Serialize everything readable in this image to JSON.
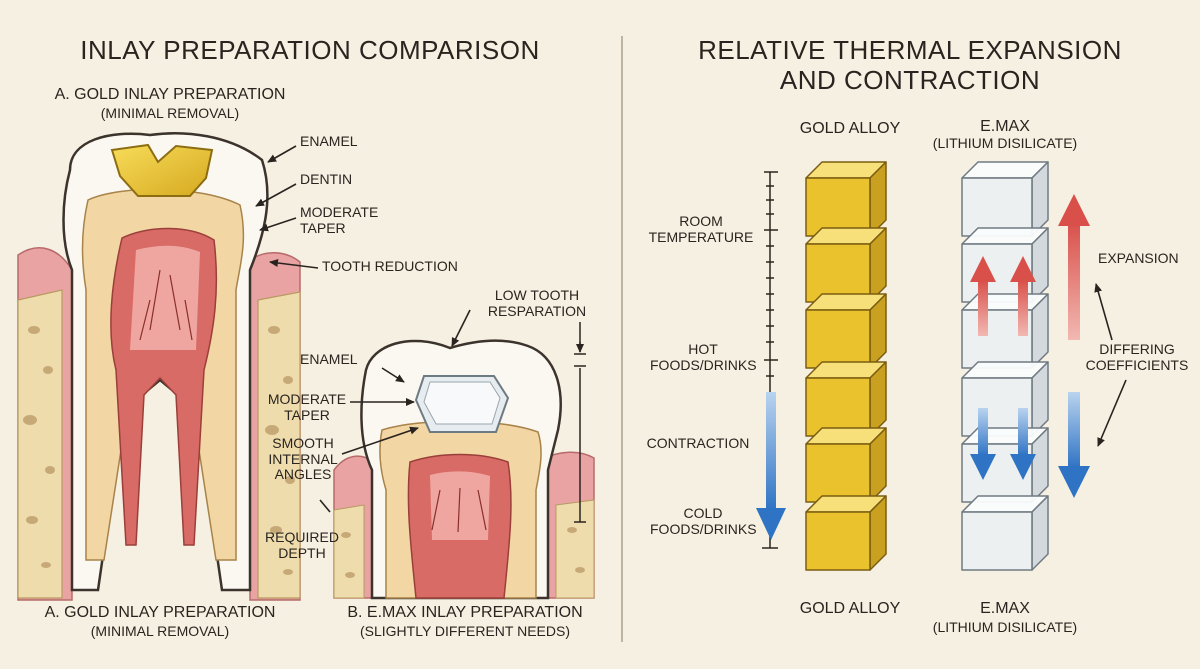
{
  "left": {
    "title": "INLAY PREPARATION COMPARISON",
    "gold_section": {
      "title": "A. GOLD INLAY PREPARATION",
      "subtitle": "(MINIMAL REMOVAL)",
      "labels": [
        "ENAMEL",
        "DENTIN",
        "MODERATE TAPER",
        "TOOTH REDUCTION"
      ]
    },
    "emax_section": {
      "top_labels": [
        "LOW TOOTH RESPARATION"
      ],
      "labels": [
        "ENAMEL",
        "MODERATE TAPER",
        "SMOOTH INTERNAL ANGLES",
        "REQUIRED DEPTH"
      ]
    },
    "bottom_captions": [
      {
        "title": "A. GOLD INLAY PREPARATION",
        "subtitle": "(MINIMAL REMOVAL)"
      },
      {
        "title": "B. E.MAX INLAY PREPARATION",
        "subtitle": "(SLIGHTLY DIFFERENT NEEDS)"
      }
    ]
  },
  "right": {
    "title_line1": "RELATIVE THERMAL EXPANSION",
    "title_line2": "AND CONTRACTION",
    "gold_header": "GOLD ALLOY",
    "emax_header": "E.MAX",
    "emax_header_sub": "(LITHIUM DISILICATE)",
    "scale_labels": [
      "ROOM TEMPERATURE",
      "HOT FOODS/DRINKS",
      "CONTRACTION",
      "COLD FOODS/DRINKS"
    ],
    "side_labels": [
      "EXPANSION",
      "DIFFERING COEFFICIENTS"
    ],
    "gold_footer": "GOLD ALLOY",
    "emax_footer": "E.MAX",
    "emax_footer_sub": "(LITHIUM DISILICATE)"
  },
  "colors": {
    "background": "#f6f0e2",
    "gold": "#e9c22e",
    "enamel": "#fbf8f1",
    "dentin": "#f2d6a4",
    "pulp": "#d86b66",
    "gum": "#e9a3a3",
    "bone": "#efdcad",
    "expansion_arrow": "#d9504a",
    "contraction_arrow": "#2f73c4"
  }
}
